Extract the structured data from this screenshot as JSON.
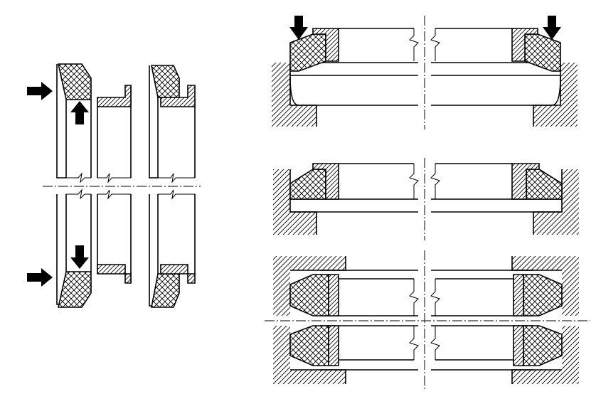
{
  "figure": {
    "panels": [
      {
        "name": "seal-assembly-steps",
        "views": [
          "seal-ring",
          "support-ring",
          "assembled-seal"
        ]
      },
      {
        "name": "installation-in-housing"
      },
      {
        "name": "installed-seal"
      },
      {
        "name": "double-seal-arrangement"
      }
    ],
    "arrows": [
      "press-right",
      "press-up",
      "press-right",
      "press-down",
      "press-down",
      "press-down"
    ],
    "hatch_styles": {
      "seal": "cross-hatch",
      "housing": "diagonal-hatch"
    },
    "colors": {
      "line": "#000000",
      "background": "#ffffff"
    }
  }
}
